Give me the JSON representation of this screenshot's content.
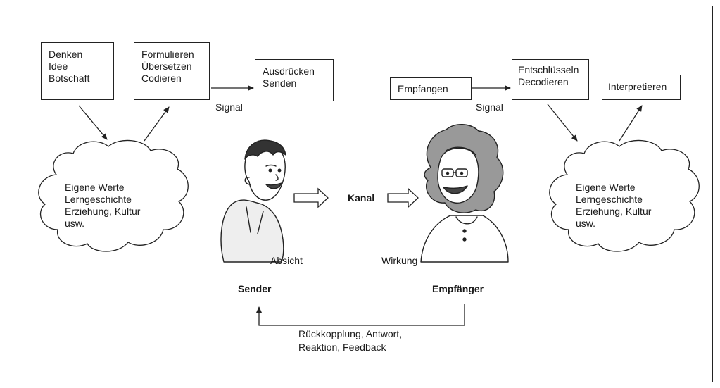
{
  "sender_steps": [
    {
      "lines": [
        "Denken",
        "Idee",
        "Botschaft"
      ]
    },
    {
      "lines": [
        "Formulieren",
        "Übersetzen",
        "Codieren"
      ]
    },
    {
      "lines": [
        "Ausdrücken",
        "Senden"
      ]
    }
  ],
  "receiver_steps": [
    {
      "lines": [
        "Empfangen"
      ]
    },
    {
      "lines": [
        "Entschlüsseln",
        "Decodieren"
      ]
    },
    {
      "lines": [
        "Interpretieren"
      ]
    }
  ],
  "signal_label": "Signal",
  "clouds": {
    "left": [
      "Eigene Werte",
      "Lerngeschichte",
      "Erziehung, Kultur",
      "usw."
    ],
    "right": [
      "Eigene Werte",
      "Lerngeschichte",
      "Erziehung, Kultur",
      "usw."
    ]
  },
  "channel_label": "Kanal",
  "intent_label": "Absicht",
  "effect_label": "Wirkung",
  "sender_label": "Sender",
  "receiver_label": "Empfänger",
  "feedback_lines": [
    "Rückkopplung, Antwort,",
    "Reaktion, Feedback"
  ]
}
